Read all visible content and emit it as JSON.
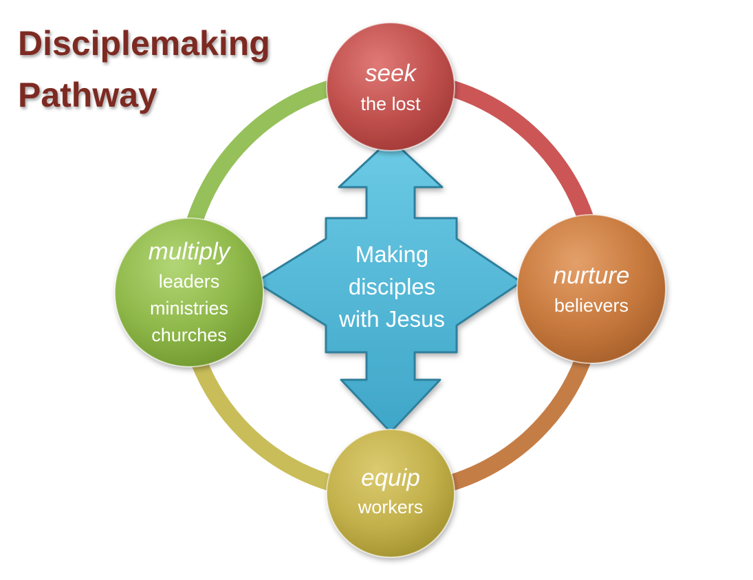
{
  "title": {
    "line1": "Disciplemaking",
    "line2": "Pathway",
    "color": "#7b2a22"
  },
  "center": {
    "lines": [
      "Making",
      "disciples",
      "with Jesus"
    ],
    "color": "#4fb8d8"
  },
  "nodes": {
    "seek": {
      "title": "seek",
      "lines": [
        "the lost"
      ],
      "color": "#c0504d"
    },
    "nurture": {
      "title": "nurture",
      "lines": [
        "believers"
      ],
      "color": "#c87a3e"
    },
    "equip": {
      "title": "equip",
      "lines": [
        "workers"
      ],
      "color": "#c3b14c"
    },
    "multiply": {
      "title": "multiply",
      "lines": [
        "leaders",
        "ministries",
        "churches"
      ],
      "color": "#8fb84a"
    }
  },
  "ring_colors": {
    "seek_to_nurture": "#cc5656",
    "nurture_to_equip": "#c57d46",
    "equip_to_multiply": "#c9bd5a",
    "multiply_to_seek": "#96c05a"
  }
}
